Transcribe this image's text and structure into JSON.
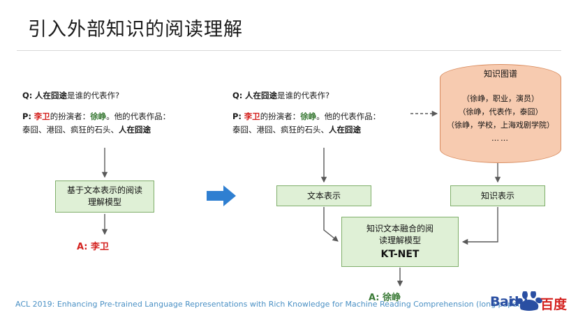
{
  "slide": {
    "title": "引入外部知识的阅读理解",
    "footer": "ACL 2019: Enhancing Pre-trained Language Representations with Rich Knowledge for Machine Reading Comprehension (long paper)"
  },
  "left": {
    "question_label": "Q:",
    "question_entity": "人在囧途",
    "question_rest": "是谁的代表作?",
    "passage_label": "P:",
    "passage_seg1_red": "李卫",
    "passage_seg2": "的扮演者：",
    "passage_seg3_green": "徐峥",
    "passage_seg4": "。他的代表作品：",
    "passage_line2_a": "泰囧、港囧、疯狂的石头、",
    "passage_line2_b": "人在囧途",
    "model_box": "基于文本表示的阅读\n理解模型",
    "answer_label": "A:",
    "answer_value": "李卫"
  },
  "right": {
    "question_label": "Q:",
    "question_entity": "人在囧途",
    "question_rest": "是谁的代表作?",
    "passage_label": "P:",
    "passage_seg1_red": "李卫",
    "passage_seg2": "的扮演者：",
    "passage_seg3_green": "徐峥",
    "passage_seg4": "。他的代表作品：",
    "passage_line2_a": "泰囧、港囧、疯狂的石头、",
    "passage_line2_b": "人在囧途",
    "text_repr_box": "文本表示",
    "knowledge_repr_box": "知识表示",
    "fusion_box_line1": "知识文本融合的阅",
    "fusion_box_line2": "读理解模型",
    "fusion_box_line3": "KT-NET",
    "answer_label": "A:",
    "answer_value": "徐峥"
  },
  "kb": {
    "title": "知识图谱",
    "triples": [
      "（徐峥，职业，演员）",
      "（徐峥，代表作，泰囧）",
      "（徐峥，学校，上海戏剧学院）"
    ],
    "ellipsis": "……"
  },
  "logo": {
    "latin_bai": "Bai",
    "latin_du": "du",
    "chinese": "百度"
  },
  "colors": {
    "red": "#d4221f",
    "green": "#3a7a36",
    "box_green_bg": "#dff0d6",
    "box_green_border": "#7fae6a",
    "kb_bg": "#f7cbb0",
    "kb_border": "#d98c5f",
    "blue_arrow": "#2f7fd1",
    "footer": "#4a90c4"
  }
}
